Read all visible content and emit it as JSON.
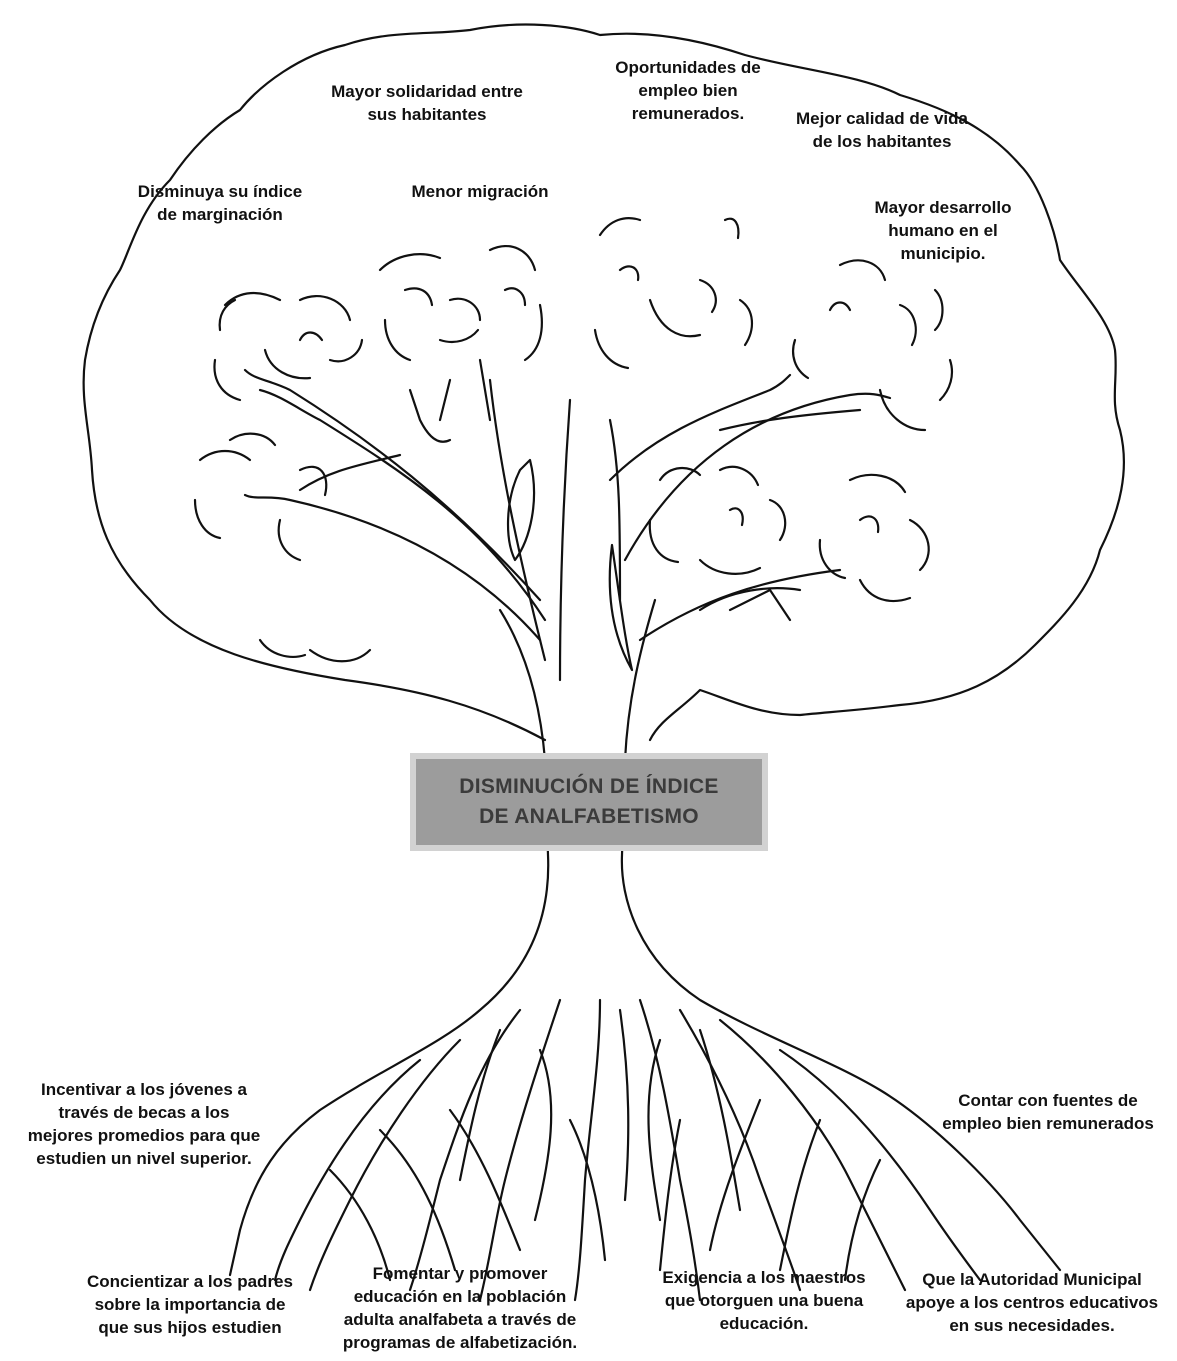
{
  "title": {
    "line1": "DISMINUCIÓN DE ÍNDICE",
    "line2": "DE ANALFABETISMO"
  },
  "effects": [
    {
      "lines": [
        "Mayor solidaridad entre",
        "sus habitantes"
      ]
    },
    {
      "lines": [
        "Oportunidades de",
        "empleo bien",
        "remunerados."
      ]
    },
    {
      "lines": [
        "Mejor calidad de vida",
        "de los habitantes"
      ]
    },
    {
      "lines": [
        "Disminuya su índice",
        "de marginación"
      ]
    },
    {
      "lines": [
        "Menor migración"
      ]
    },
    {
      "lines": [
        "Mayor desarrollo",
        "humano en el",
        "municipio."
      ]
    }
  ],
  "causes": [
    {
      "lines": [
        "Incentivar a los jóvenes a",
        "través de becas a los",
        "mejores promedios para que",
        "estudien un nivel superior."
      ]
    },
    {
      "lines": [
        "Contar con fuentes de",
        "empleo bien remunerados"
      ]
    },
    {
      "lines": [
        "Concientizar a los padres",
        "sobre la importancia de",
        "que sus hijos estudien"
      ]
    },
    {
      "lines": [
        "Fomentar y promover",
        "educación en la población",
        "adulta analfabeta a través de",
        "programas de alfabetización."
      ]
    },
    {
      "lines": [
        "Exigencia a los maestros",
        "que otorguen una buena",
        "educación."
      ]
    },
    {
      "lines": [
        "Que la Autoridad Municipal",
        "apoye a los centros educativos",
        "en sus necesidades."
      ]
    }
  ],
  "colors": {
    "box_fill": "#9c9c9c",
    "box_border": "#d2d2d2",
    "box_text": "#3b3b3b",
    "line": "#111111"
  }
}
